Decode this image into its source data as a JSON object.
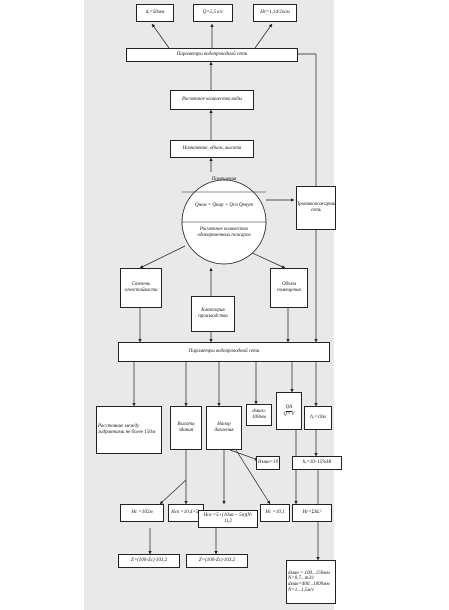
{
  "diagram": {
    "top_outputs": [
      "dₑ=50мм",
      "Q=2,5 к/с",
      "Hr=1,14/2осм"
    ],
    "network_params_top": "Параметры водопроводной сети",
    "calc_water": "Расчетное количество воды",
    "hydrant_types": "Назначение, объем, высота",
    "circle": {
      "top": "Помещения",
      "formula": "Qном = Qнар + Qсн Qвнут",
      "bottom": "Расчетное количество одновременных пожаров"
    },
    "fire_network": "Противопожарная сеть",
    "fire_resistance": "Степень огнестойкости",
    "category": "Категория производства",
    "building_volume": "Объем помещения",
    "network_params_mid": "Параметры водопроводной сети",
    "hydrant_distance": "Расстояние между гидрантами не более 150м",
    "height_building": "Высота здания",
    "pressure": "Напор давления",
    "d_min": "dмин≥ 100мм",
    "q_formula_top": "QA",
    "q_formula_bottom": "V",
    "q_formula_prefix": "Q=",
    "hmin_side": "hₑ=10м",
    "hmin": "Hмин=10",
    "h_range": "hₑ=10–15%Hl",
    "hc": "Hc =102м",
    "hsw": "Hсв =10,4+5н",
    "hm": "Hсв =5+(10мс – 5н)(N-1),2",
    "hv": "Hc =10,1",
    "hr_sum": "Hr=ΣhL²",
    "z1": "Z=(100-Zc)·103,2",
    "z2": "Z=(100-Zc)·103,2",
    "final_block": "dмин = 100...150мм\nN=0,7...m3/c\ndмак=400...1000мм\nN=1...1,5м/с"
  }
}
